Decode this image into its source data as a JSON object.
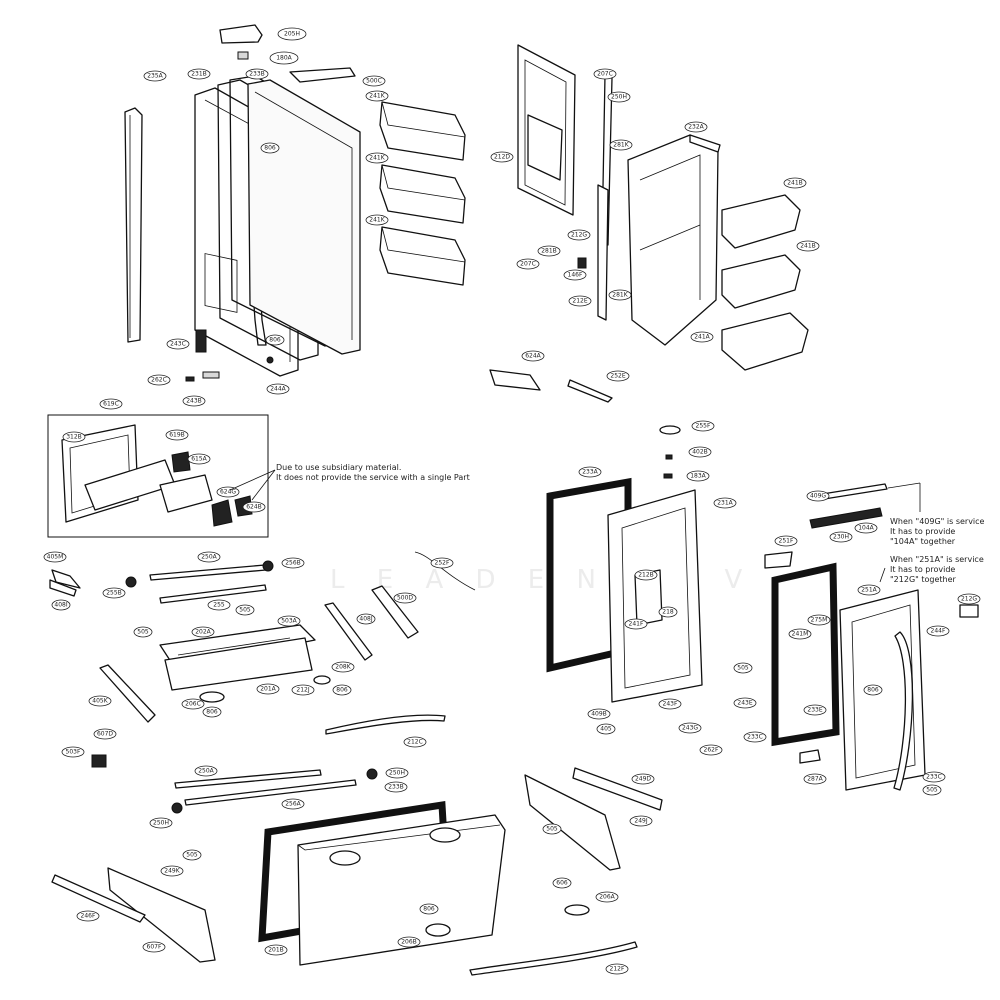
{
  "watermark": "L E A D E N T T V",
  "notes": {
    "subsidiary": "Due to use subsidiary material.\nIt does not provide the service with a single Part",
    "n409g": "When \"409G\" is service\nIt has to provide\n\"104A\" together",
    "n251a": "When \"251A\" is service\nIt has to provide\n\"212G\" together"
  },
  "labels": {
    "l205h": "205H",
    "l180a": "180A",
    "l235a": "235A",
    "l231b": "231B",
    "l233b": "233B",
    "l500c": "500C",
    "l241k1": "241K",
    "l241k2": "241K",
    "l241k3": "241K",
    "l806a": "806",
    "l806b": "806",
    "l243c": "243C",
    "l262c": "262C",
    "l243b": "243B",
    "l244a": "244A",
    "l212d": "212D",
    "l207c1": "207C",
    "l250h": "250H",
    "l281k1": "281K",
    "l232a": "232A",
    "l241b1": "241B",
    "l212g": "212G",
    "l281b": "281B",
    "l207c2": "207C",
    "l146f": "146F",
    "l281k2": "281K",
    "l241b2": "241B",
    "l212e": "212E",
    "l241a": "241A",
    "l624a": "624A",
    "l252e": "252E",
    "l619c": "619C",
    "l312b": "312B",
    "l619b": "619B",
    "l615a": "615A",
    "l624g": "624G",
    "l624b": "624B",
    "l405m": "405M",
    "l408i": "408I",
    "l250a1": "250A",
    "l255b": "255B",
    "l256b": "256B",
    "l255": "255",
    "l252f": "252F",
    "l500d": "500D",
    "l505a": "505",
    "l503a": "503A",
    "l202a": "202A",
    "l408j": "408J",
    "l208k": "208K",
    "l201a": "201A",
    "l212j": "212J",
    "l806c": "806",
    "l206c": "206C",
    "l806d": "806",
    "l405k": "405K",
    "l607d": "607D",
    "l503f": "503F",
    "l212c": "212C",
    "l250a2": "250A",
    "l250h2": "250H",
    "l256a": "256A",
    "l250h3": "250H",
    "l233b2": "233B",
    "l505b": "505",
    "l249k": "249K",
    "l246f": "246F",
    "l607f": "607F",
    "l201b": "201B",
    "l806e": "806",
    "l206b": "206B",
    "l249d": "249D",
    "l505c": "505",
    "l249j": "249J",
    "l606": "606",
    "l206a": "206A",
    "l212f": "212F",
    "l255f": "255F",
    "l402b": "402B",
    "l183a": "183A",
    "l233a": "233A",
    "l231a": "231A",
    "l212b": "212B",
    "l241f": "241F",
    "l218": "218",
    "l409b": "409B",
    "l405": "405",
    "l243f": "243F",
    "l243g": "243G",
    "l243e": "243E",
    "l262f": "262F",
    "l409g": "409G",
    "l104a": "104A",
    "l230h": "230H",
    "l251f": "251F",
    "l251a": "251A",
    "l212g2": "212G",
    "l275m": "275M",
    "l241m": "241M",
    "l505d": "505",
    "l233e": "233E",
    "l233c": "233C",
    "l244f": "244F",
    "l806f": "806",
    "l287a": "287A",
    "l233c2": "233C",
    "l505e": "505"
  }
}
